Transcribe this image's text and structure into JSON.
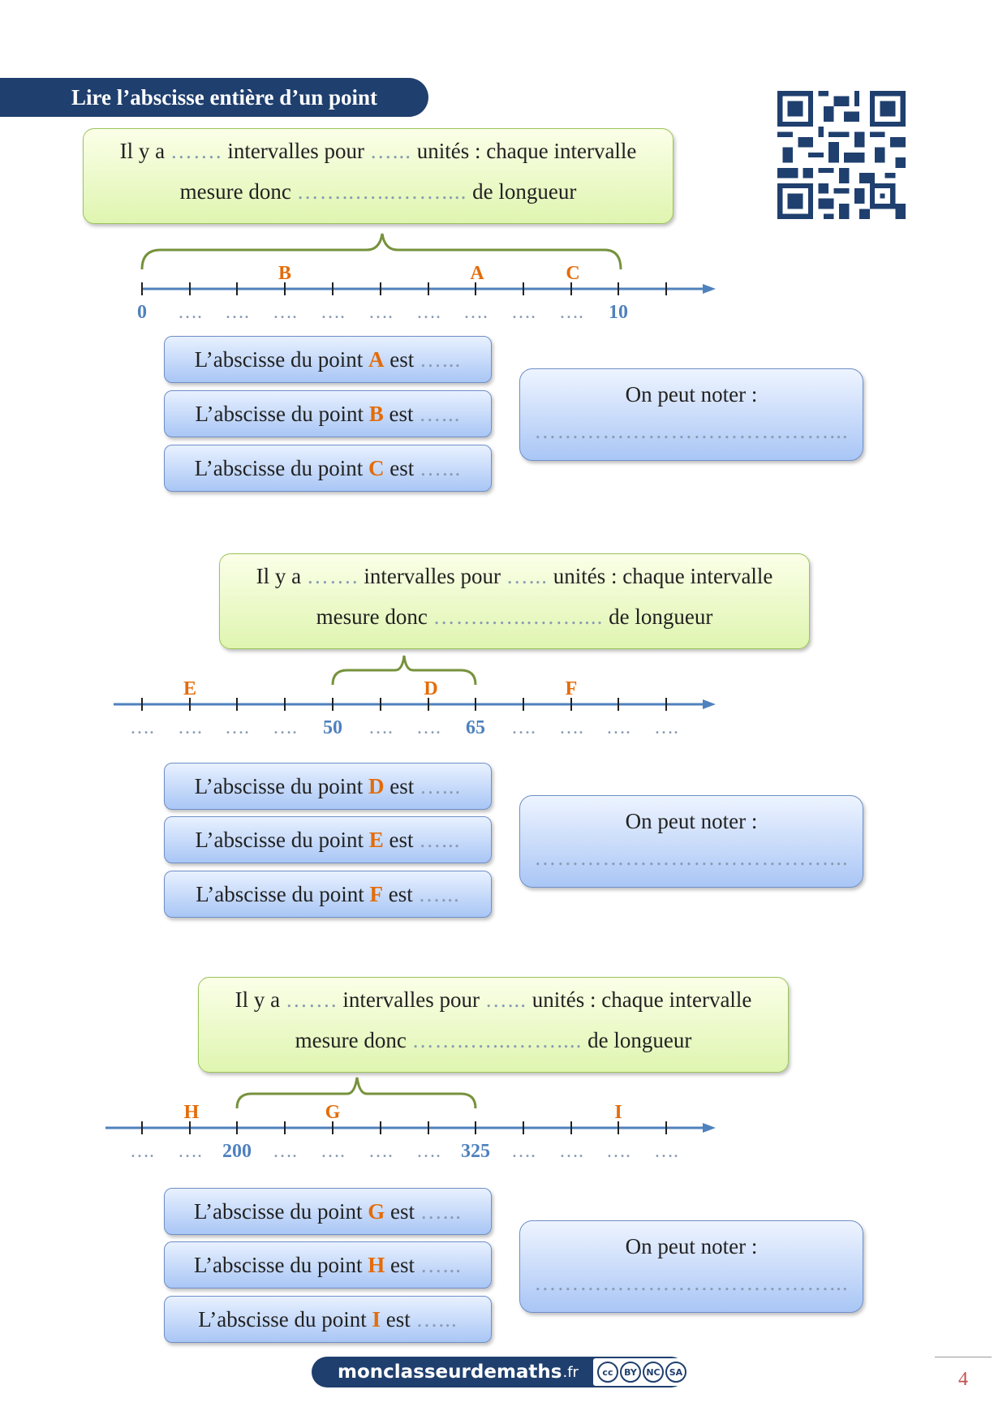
{
  "title": "Lire l’abscisse entière d’un point",
  "sections": [
    {
      "box": {
        "line1": [
          "Il y a",
          "…….",
          "intervalles pour",
          "…...",
          "unités : chaque intervalle"
        ],
        "line2": [
          "mesure donc",
          "……..…...……....",
          "de longueur"
        ]
      },
      "axis_labels": [
        "0",
        "….",
        "….",
        "….",
        "….",
        "….",
        "….",
        "….",
        "….",
        "….",
        "10"
      ],
      "points": [
        "B",
        "A",
        "C"
      ],
      "sentences": [
        {
          "pre": "L’abscisse du point",
          "pt": "A",
          "post": "est",
          "dots": "…..."
        },
        {
          "pre": "L’abscisse du point",
          "pt": "B",
          "post": "est",
          "dots": "…..."
        },
        {
          "pre": "L’abscisse du point",
          "pt": "C",
          "post": "est",
          "dots": "…..."
        }
      ],
      "note": {
        "label": "On peut noter :",
        "dots": "…………………………………..."
      }
    },
    {
      "box": {
        "line1": [
          "Il y a",
          "…….",
          "intervalles pour",
          "…...",
          "unités : chaque intervalle"
        ],
        "line2": [
          "mesure donc",
          "……..…...……....",
          "de longueur"
        ]
      },
      "axis_labels": [
        "….",
        "….",
        "….",
        "….",
        "50",
        "….",
        "….",
        "65",
        "….",
        "….",
        "….",
        "…."
      ],
      "points": [
        "E",
        "D",
        "F"
      ],
      "sentences": [
        {
          "pre": "L’abscisse du point",
          "pt": "D",
          "post": "est",
          "dots": "…..."
        },
        {
          "pre": "L’abscisse du point",
          "pt": "E",
          "post": "est",
          "dots": "…..."
        },
        {
          "pre": "L’abscisse du point",
          "pt": "F",
          "post": "est",
          "dots": "…..."
        }
      ],
      "note": {
        "label": "On peut noter :",
        "dots": "…………………………………..."
      }
    },
    {
      "box": {
        "line1": [
          "Il y a",
          "…….",
          "intervalles pour",
          "…...",
          "unités : chaque intervalle"
        ],
        "line2": [
          "mesure donc",
          "……..…...……....",
          "de longueur"
        ]
      },
      "axis_labels": [
        "….",
        "….",
        "200",
        "….",
        "….",
        "….",
        "….",
        "325",
        "….",
        "….",
        "….",
        "…."
      ],
      "points": [
        "H",
        "G",
        "I"
      ],
      "sentences": [
        {
          "pre": "L’abscisse du point",
          "pt": "G",
          "post": "est",
          "dots": "…..."
        },
        {
          "pre": "L’abscisse du point",
          "pt": "H",
          "post": "est",
          "dots": "…..."
        },
        {
          "pre": "L’abscisse du point",
          "pt": "I",
          "post": "est",
          "dots": "…..."
        }
      ],
      "note": {
        "label": "On peut noter :",
        "dots": "…………………………………..."
      }
    }
  ],
  "footer": {
    "site": "monclasseurdemaths",
    "tld": ".fr",
    "license": [
      "cc",
      "BY",
      "NC",
      "SA"
    ]
  },
  "page_number": "4",
  "colors": {
    "title_bg": "#1f3f6e",
    "point": "#e36c0a",
    "axis": "#4f81bd",
    "brace": "#76923c"
  }
}
